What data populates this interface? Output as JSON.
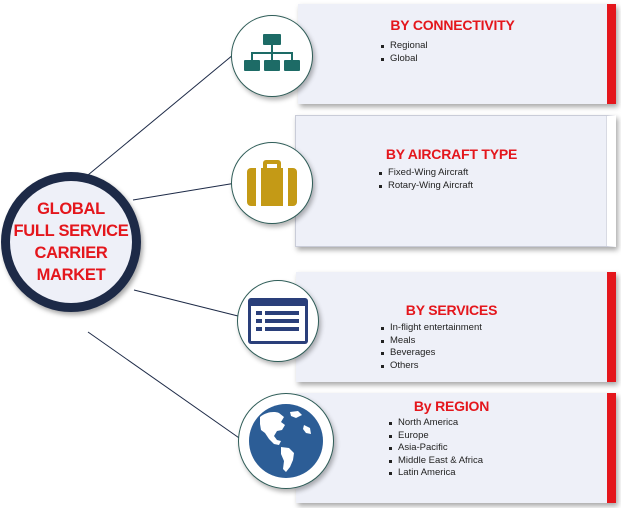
{
  "hub": {
    "title": "GLOBAL\nFULL SERVICE\nCARRIER MARKET"
  },
  "segments": [
    {
      "title": "BY CONNECTIVITY",
      "icon": "network-hierarchy-icon",
      "items": [
        "Regional",
        "Global"
      ]
    },
    {
      "title": "BY AIRCRAFT TYPE",
      "icon": "briefcase-icon",
      "items": [
        "Fixed-Wing Aircraft",
        "Rotary-Wing Aircraft"
      ]
    },
    {
      "title": "BY SERVICES",
      "icon": "list-browser-icon",
      "items": [
        "In-flight entertainment",
        "Meals",
        "Beverages",
        "Others"
      ]
    },
    {
      "title": "By REGION",
      "icon": "globe-icon",
      "items": [
        "North America",
        "Europe",
        "Asia-Pacific",
        "Middle East & Africa",
        "Latin America"
      ]
    }
  ],
  "colors": {
    "accent": "#e4161c",
    "navy": "#1d2a47",
    "teal": "#1d6b66",
    "gold": "#c49a16",
    "blue": "#2c5d96",
    "card_bg": "#eef0f8"
  }
}
